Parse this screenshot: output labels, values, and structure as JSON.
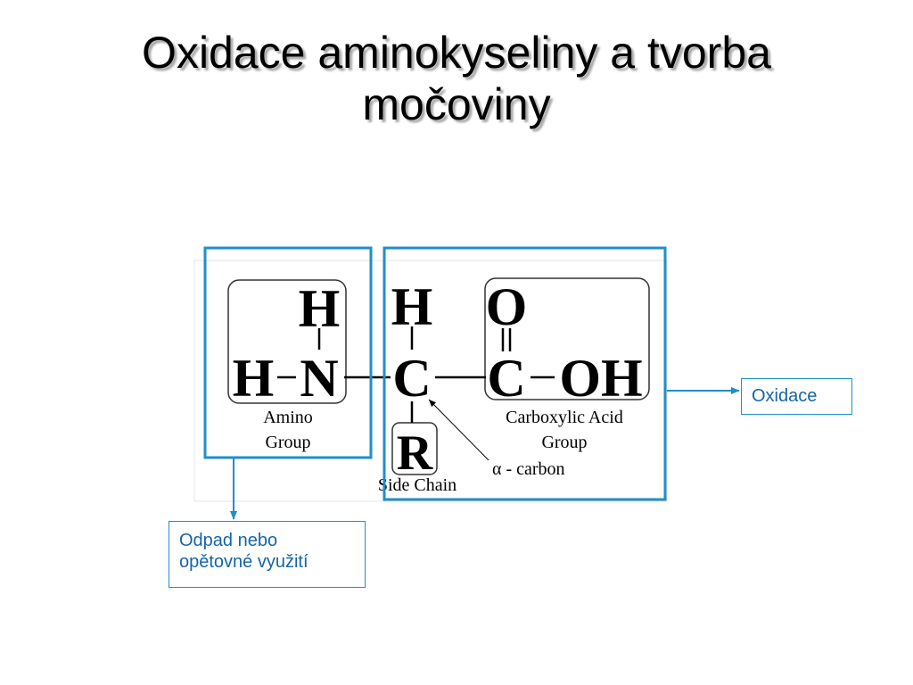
{
  "title": {
    "line1": "Oxidace aminokyseliny a tvorba",
    "line2": "močoviny"
  },
  "molecule": {
    "atoms": {
      "h_amino_top": "H",
      "h_amino_left": "H",
      "n": "N",
      "h_alpha_top": "H",
      "c_alpha": "C",
      "o_top": "O",
      "c_carboxyl": "C",
      "oh": "OH",
      "r": "R"
    },
    "labels": {
      "amino_line1": "Amino",
      "amino_line2": "Group",
      "carboxyl_line1": "Carboxylic Acid",
      "carboxyl_line2": "Group",
      "side_chain": "Side Chain",
      "alpha_symbol": "α",
      "alpha_text": " - carbon"
    }
  },
  "callouts": {
    "oxidace": "Oxidace",
    "odpad_line1": "Odpad nebo",
    "odpad_line2": "opětovné využití"
  },
  "colors": {
    "accent_blue": "#1f8fc8",
    "callout_text": "#1465a8"
  }
}
